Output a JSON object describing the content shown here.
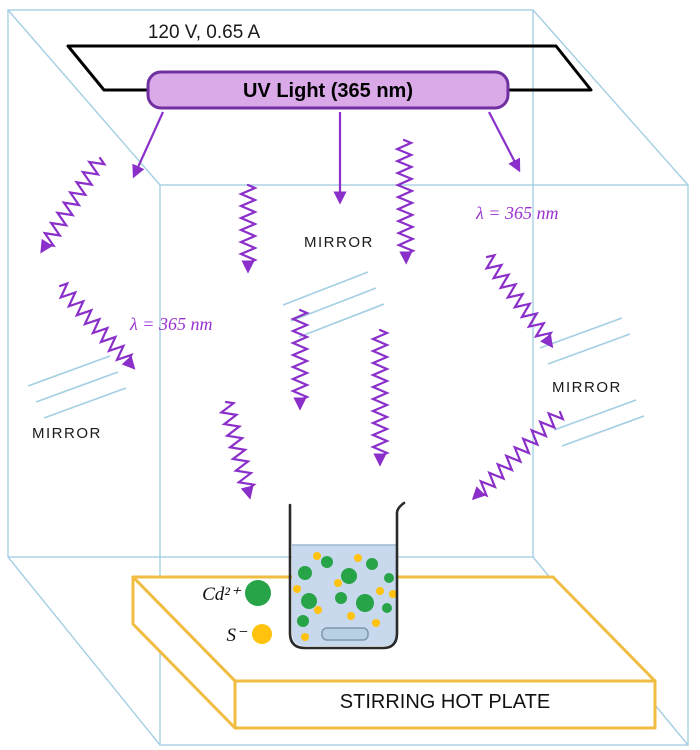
{
  "diagram": {
    "power_label": "120 V, 0.65 A",
    "lamp_label": "UV Light (365 nm)",
    "wavelength_left": "λ = 365 nm",
    "wavelength_right": "λ = 365 nm",
    "mirror_left": "MIRROR",
    "mirror_center": "MIRROR",
    "mirror_right": "MIRROR",
    "hotplate_label": "STIRRING HOT PLATE",
    "legend": {
      "cd_label": "Cd²⁺",
      "s_label": "S⁻"
    },
    "colors": {
      "uv_purple": "#8a2fc9",
      "lamp_fill": "#d9a9e8",
      "lamp_border": "#7030a0",
      "frame_blue": "#a5cfe3",
      "cd_green": "#27a348",
      "s_yellow": "#ffc20e",
      "hotplate_yellow": "#f0bc42",
      "liquid_blue": "#c8d9ed",
      "wire_black": "#000000"
    },
    "particle_counts": {
      "cd": 10,
      "s": 10
    }
  }
}
